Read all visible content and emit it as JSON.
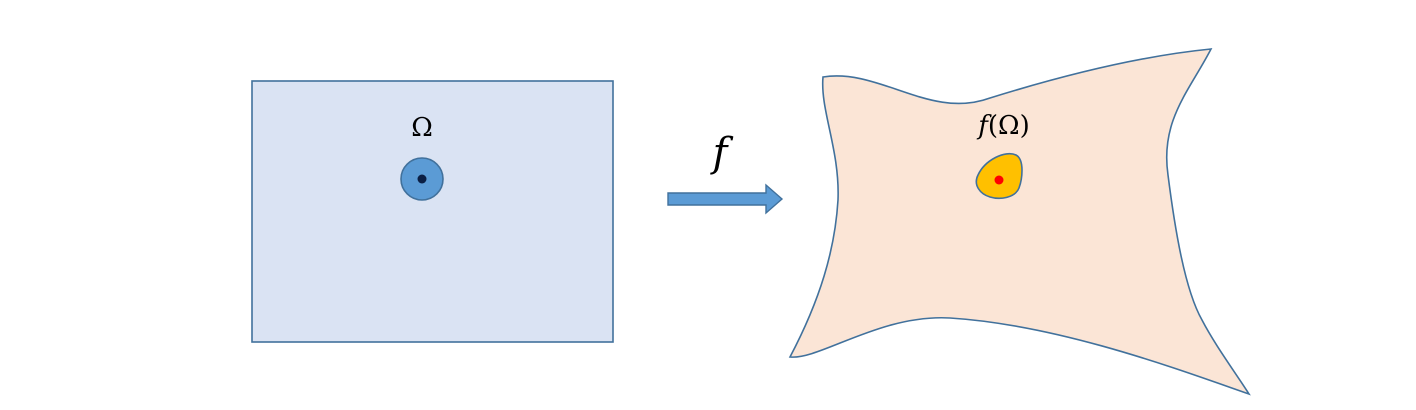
{
  "labels": {
    "domain": "Ω",
    "map": "f",
    "image_fn": "f",
    "image_paren_open": "(",
    "image_arg": "Ω",
    "image_paren_close": ")"
  },
  "colors": {
    "domain_fill": "#dae3f3",
    "domain_stroke": "#41719c",
    "neighborhood_fill": "#5b9bd5",
    "neighborhood_stroke": "#41719c",
    "domain_point": "#0b1f44",
    "arrow_fill": "#5b9bd5",
    "arrow_stroke": "#41719c",
    "image_fill": "#fbe5d6",
    "image_stroke": "#41719c",
    "image_neighborhood_fill": "#ffc000",
    "image_neighborhood_stroke": "#41719c",
    "image_point": "#ff0000"
  }
}
